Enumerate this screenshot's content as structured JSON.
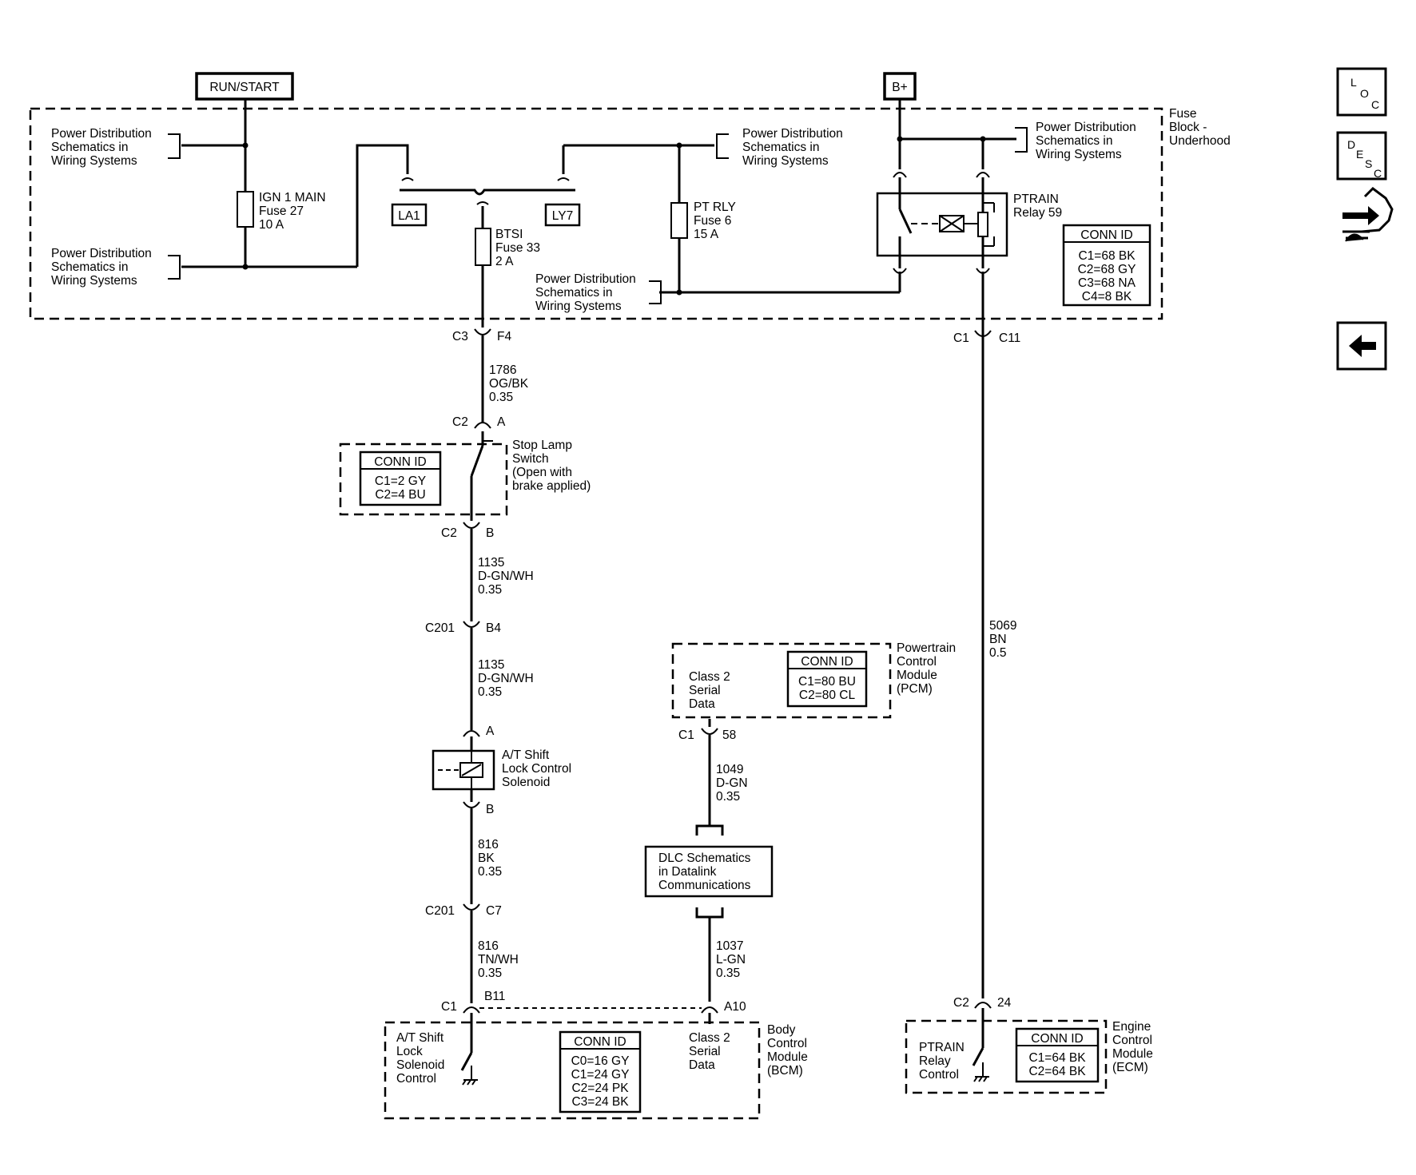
{
  "sources": {
    "run_start": "RUN/START",
    "bplus": "B+"
  },
  "power_dist": [
    "Power Distribution",
    "Schematics in",
    "Wiring  Systems"
  ],
  "fuse_block": [
    "Fuse",
    "Block -",
    "Underhood"
  ],
  "fuses": {
    "ign1": [
      "IGN 1 MAIN",
      "Fuse 27",
      "10 A"
    ],
    "btsi": [
      "BTSI",
      "Fuse 33",
      "2 A"
    ],
    "pt_rly": [
      "PT RLY",
      "Fuse 6",
      "15 A"
    ]
  },
  "splices": {
    "la1": "LA1",
    "ly7": "LY7"
  },
  "relay": [
    "PTRAIN",
    "Relay 59"
  ],
  "conn_id_title": "CONN ID",
  "conn_fuse_block": [
    "C1=68 BK",
    "C2=68 GY",
    "C3=68 NA",
    "C4=8 BK"
  ],
  "conn_stop_lamp": [
    "C1=2 GY",
    "C2=4 BU"
  ],
  "conn_pcm": [
    "C1=80 BU",
    "C2=80 CL"
  ],
  "conn_bcm": [
    "C0=16 GY",
    "C1=24 GY",
    "C2=24 PK",
    "C3=24 BK"
  ],
  "conn_ecm": [
    "C1=64 BK",
    "C2=64 BK"
  ],
  "connectors": {
    "c3": "C3",
    "f4": "F4",
    "c2a_c": "C2",
    "c2a_p": "A",
    "c2b_c": "C2",
    "c2b_p": "B",
    "c201b4_c": "C201",
    "c201b4_p": "B4",
    "sol_a": "A",
    "sol_b": "B",
    "c201c7_c": "C201",
    "c201c7_p": "C7",
    "c1b11_c": "C1",
    "c1b11_p": "B11",
    "c1a10_p": "A10",
    "c1_58_c": "C1",
    "c1_58_p": "58",
    "c1c11_c": "C1",
    "c1c11_p": "C11",
    "c2_24_c": "C2",
    "c2_24_p": "24"
  },
  "wires": {
    "w1786": [
      "1786",
      "OG/BK",
      "0.35"
    ],
    "w1135a": [
      "1135",
      "D-GN/WH",
      "0.35"
    ],
    "w1135b": [
      "1135",
      "D-GN/WH",
      "0.35"
    ],
    "w816a": [
      "816",
      "BK",
      "0.35"
    ],
    "w816b": [
      "816",
      "TN/WH",
      "0.35"
    ],
    "w1049": [
      "1049",
      "D-GN",
      "0.35"
    ],
    "w1037": [
      "1037",
      "L-GN",
      "0.35"
    ],
    "w5069": [
      "5069",
      "BN",
      "0.5"
    ]
  },
  "stop_lamp": [
    "Stop Lamp",
    "Switch",
    "(Open with",
    "brake applied)"
  ],
  "solenoid": [
    "A/T Shift",
    "Lock Control",
    "Solenoid"
  ],
  "pcm": [
    "Powertrain",
    "Control",
    "Module",
    "(PCM)"
  ],
  "class2": [
    "Class 2",
    "Serial",
    "Data"
  ],
  "dlc": [
    "DLC Schematics",
    "in Datalink",
    "Communications"
  ],
  "bcm": [
    "Body",
    "Control",
    "Module",
    "(BCM)"
  ],
  "bcm_solenoid": [
    "A/T Shift",
    "Lock",
    "Solenoid",
    "Control"
  ],
  "ecm": [
    "Engine",
    "Control",
    "Module",
    "(ECM)"
  ],
  "ecm_relay": [
    "PTRAIN",
    "Relay",
    "Control"
  ],
  "nav": {
    "loc_icon": "L O C",
    "desc_icon": "D E S C",
    "hand_icon": "hand-pointer",
    "back_icon": "back-arrow"
  }
}
